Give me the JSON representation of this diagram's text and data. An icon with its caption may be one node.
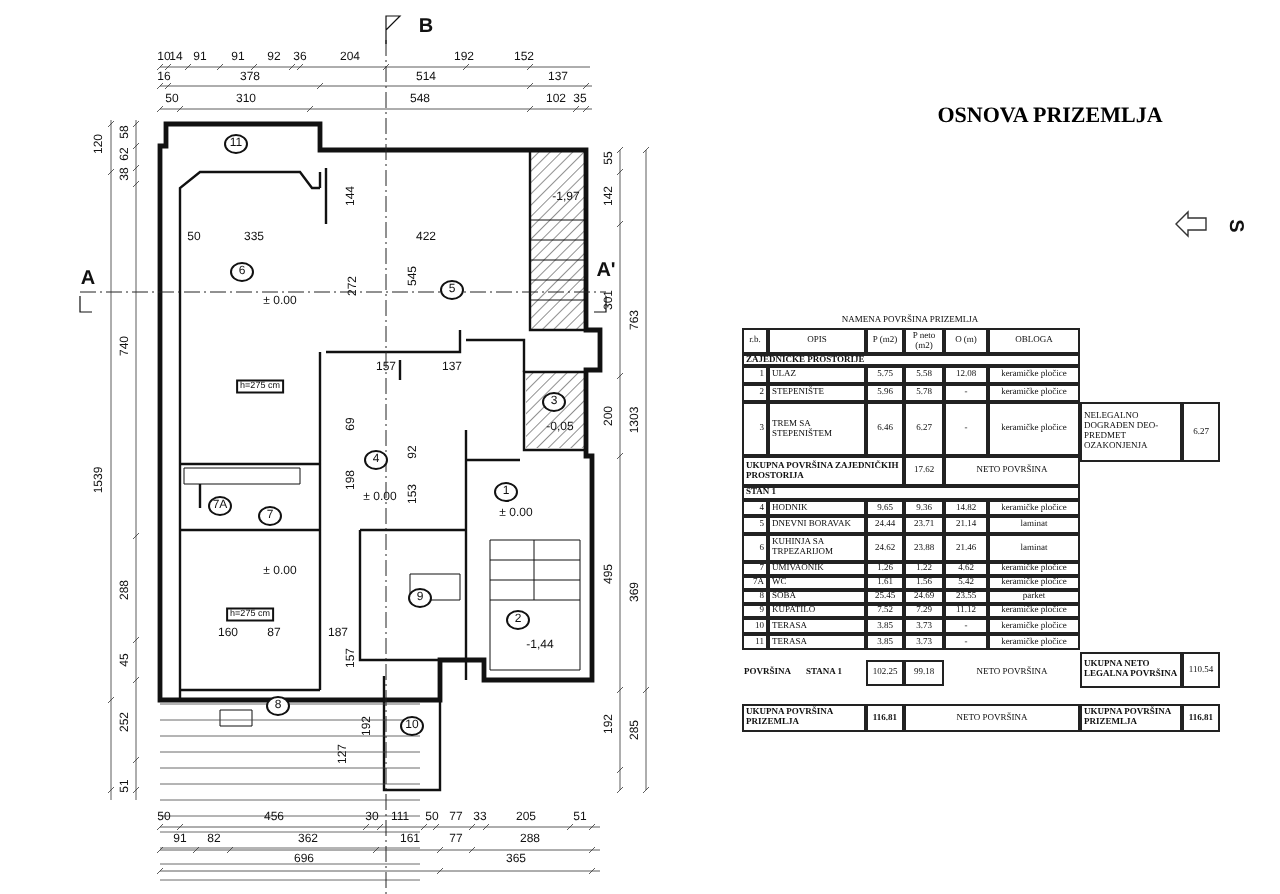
{
  "diagram": {
    "title": "OSNOVA PRIZEMLJA",
    "labels": [
      "B",
      "10",
      "14",
      "91",
      "91",
      "92",
      "36",
      "204",
      "192",
      "152",
      "16",
      "378",
      "514",
      "137",
      "50",
      "310",
      "548",
      "102",
      "35",
      "120",
      "58",
      "62",
      "38",
      "11",
      "55",
      "144",
      "-1,97",
      "142",
      "50",
      "335",
      "422",
      "6",
      "545",
      "272",
      "5",
      "A",
      "A'",
      "± 0.00",
      "301",
      "763",
      "740",
      "157",
      "137",
      "h=275 cm",
      "3",
      "200",
      "1303",
      "69",
      "-0,05",
      "92",
      "4",
      "1539",
      "198",
      "153",
      "7A",
      "7",
      "± 0.00",
      "1",
      "± 0.00",
      "± 0.00",
      "495",
      "288",
      "369",
      "9",
      "h=275 cm",
      "2",
      "160",
      "87",
      "187",
      "45",
      "157",
      "-1,44",
      "8",
      "252",
      "192",
      "10",
      "192",
      "285",
      "127",
      "51",
      "50",
      "456",
      "30",
      "111",
      "50",
      "77",
      "33",
      "205",
      "51",
      "91",
      "82",
      "362",
      "161",
      "77",
      "288",
      "696",
      "365",
      "S",
      "NAMENA POVRŠINA PRIZEMLJA",
      "r.b.",
      "OPIS",
      "P (m2)",
      "P neto (m2)",
      "O (m)",
      "OBLOGA",
      "ZAJEDNIČKE PROSTORIJE",
      "1",
      "ULAZ",
      "5.75",
      "5.58",
      "12.08",
      "keramičke pločice",
      "2",
      "STEPENIŠTE",
      "5.96",
      "5.78",
      "-",
      "keramičke pločice",
      "3",
      "TREM SA STEPENIŠTEM",
      "6.46",
      "6.27",
      "-",
      "keramičke pločice",
      "NELEGALNO DOGRAĐEN DEO-PREDMET OZAKONJENJA",
      "6.27",
      "UKUPNA POVRŠINA ZAJEDNIČKIH PROSTORIJA",
      "17.62",
      "NETO POVRŠINA",
      "STAN 1",
      "4",
      "HODNIK",
      "9.65",
      "9.36",
      "14.82",
      "keramičke pločice",
      "5",
      "DNEVNI BORAVAK",
      "24.44",
      "23.71",
      "21.14",
      "laminat",
      "6",
      "KUHINJA SA TRPEZARIJOM",
      "24.62",
      "23.88",
      "21.46",
      "laminat",
      "7",
      "UMIVAONIK",
      "1.26",
      "1.22",
      "4.62",
      "keramičke pločice",
      "7A",
      "WC",
      "1.61",
      "1.56",
      "5.42",
      "keramičke pločice",
      "8",
      "SOBA",
      "25.45",
      "24.69",
      "23.55",
      "parket",
      "9",
      "KUPATILO",
      "7.52",
      "7.29",
      "11.12",
      "keramičke pločice",
      "10",
      "TERASA",
      "3.85",
      "3.73",
      "-",
      "keramičke pločice",
      "11",
      "TERASA",
      "3.85",
      "3.73",
      "-",
      "keramičke pločice",
      "POVRŠINA",
      "STANA 1",
      "102.25",
      "99.18",
      "NETO POVRŠINA",
      "UKUPNA NETO LEGALNA POVRŠINA",
      "110.54",
      "UKUPNA POVRŠINA PRIZEMLJA",
      "116.81",
      "NETO POVRŠINA",
      "UKUPNA POVRŠINA PRIZEMLJA",
      "116.81"
    ]
  }
}
